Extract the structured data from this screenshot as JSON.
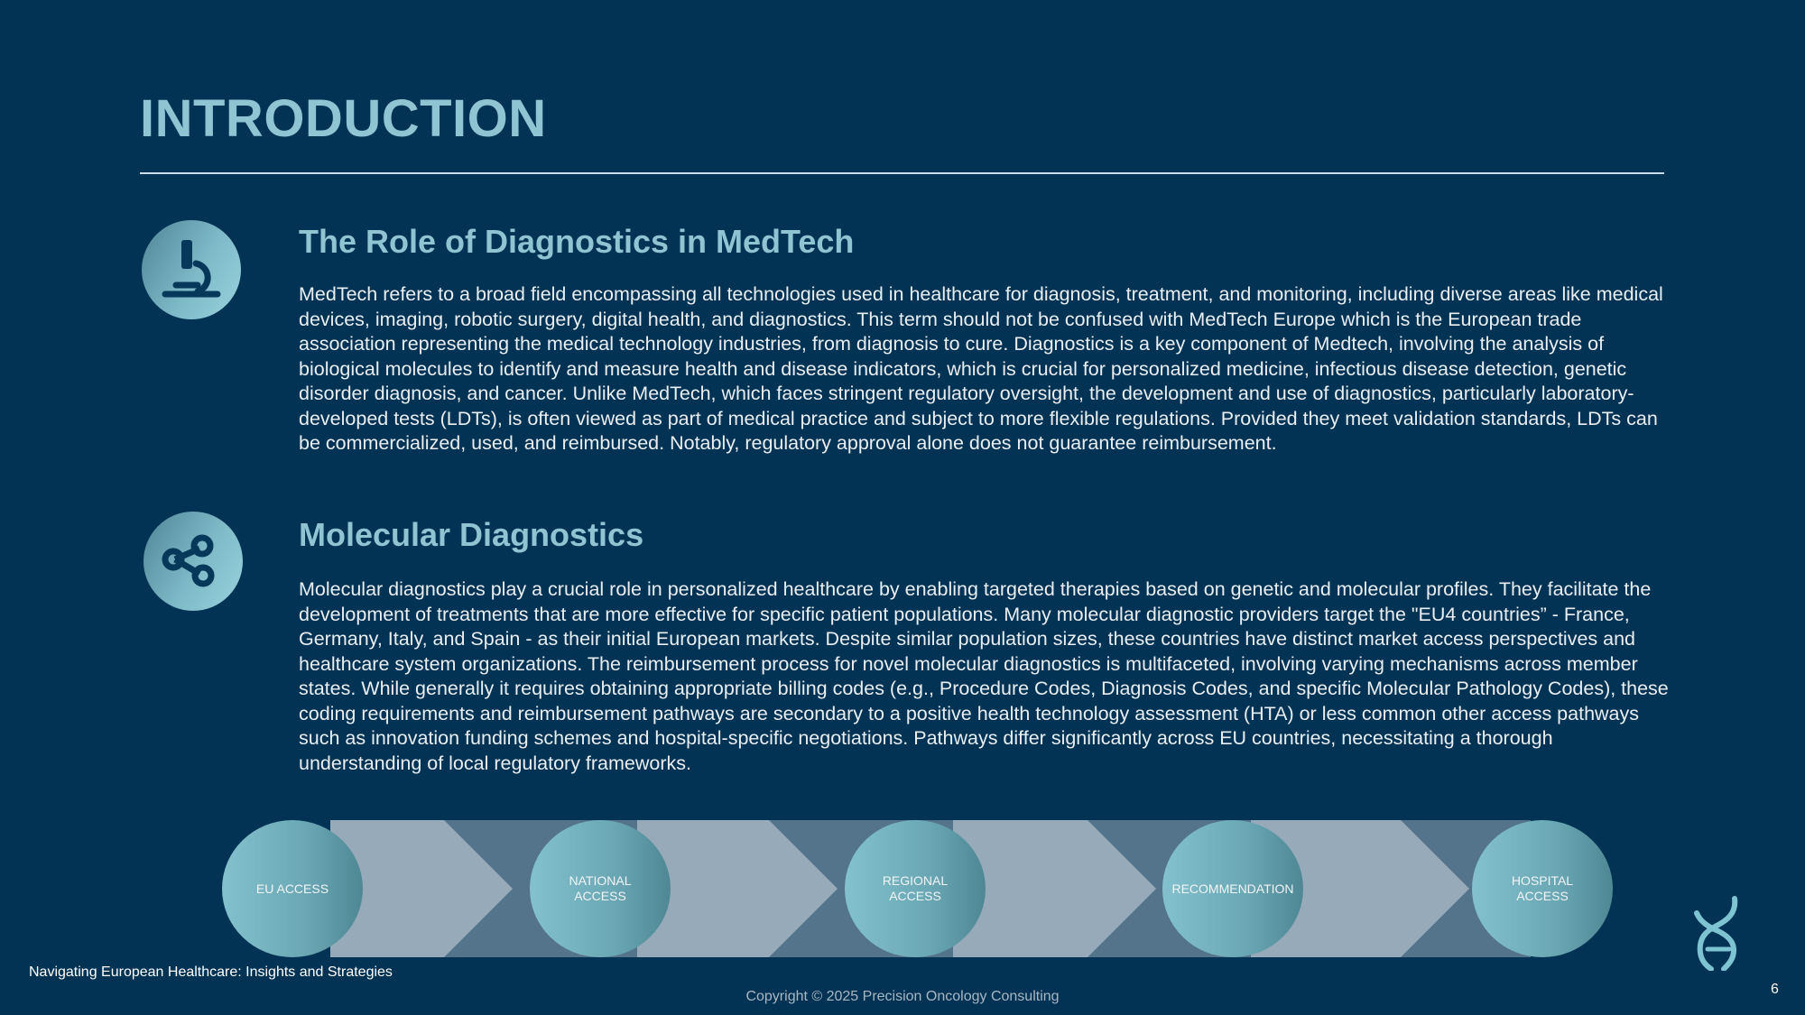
{
  "page": {
    "title": "INTRODUCTION"
  },
  "sections": [
    {
      "heading": "The Role of Diagnostics in MedTech",
      "icon": "microscope-icon",
      "body": "MedTech refers to a broad field encompassing all technologies used in healthcare for diagnosis, treatment, and monitoring, including diverse areas like medical devices, imaging, robotic surgery, digital health, and diagnostics. This term should not be confused with MedTech Europe which is the European trade association representing the medical technology industries, from diagnosis to cure. Diagnostics is a key component of Medtech, involving the analysis of biological molecules to identify and measure health and disease indicators, which is crucial for personalized medicine, infectious disease detection, genetic disorder diagnosis, and cancer. Unlike MedTech, which faces stringent regulatory oversight, the development and use of diagnostics, particularly laboratory-developed tests (LDTs), is often viewed as part of medical practice and subject to more flexible regulations. Provided they meet validation standards, LDTs can be commercialized, used, and reimbursed. Notably, regulatory approval alone does not guarantee reimbursement."
    },
    {
      "heading": "Molecular Diagnostics",
      "icon": "molecule-share-icon",
      "body": "Molecular diagnostics play a crucial role in personalized healthcare by enabling targeted therapies based on genetic and molecular profiles. They facilitate the development of treatments that are more effective for specific patient populations. Many molecular diagnostic providers target the \"EU4 countries” - France, Germany, Italy, and Spain - as their initial European markets. Despite similar population sizes, these countries have distinct market access perspectives and healthcare system organizations. The reimbursement process for novel molecular diagnostics is multifaceted, involving varying mechanisms across member states. While generally it requires obtaining appropriate billing codes (e.g., Procedure Codes, Diagnosis Codes, and specific Molecular Pathology Codes), these coding requirements and reimbursement pathways are secondary to a positive health technology assessment (HTA) or less common other access pathways such as innovation funding schemes and hospital-specific negotiations. Pathways differ significantly across EU countries, necessitating a thorough understanding of local regulatory frameworks."
    }
  ],
  "flow": {
    "stages": [
      "EU ACCESS",
      "NATIONAL\nACCESS",
      "REGIONAL\nACCESS",
      "RECOMMENDATION",
      "HOSPITAL\nACCESS"
    ]
  },
  "footer": {
    "left_text": "Navigating European Healthcare: Insights and Strategies",
    "copyright": "Copyright © 2025 Precision Oncology Consulting",
    "page_number": "6"
  },
  "colors": {
    "background": "#033354",
    "accent": "#8fc4d3",
    "body_text": "#e8eef2"
  }
}
